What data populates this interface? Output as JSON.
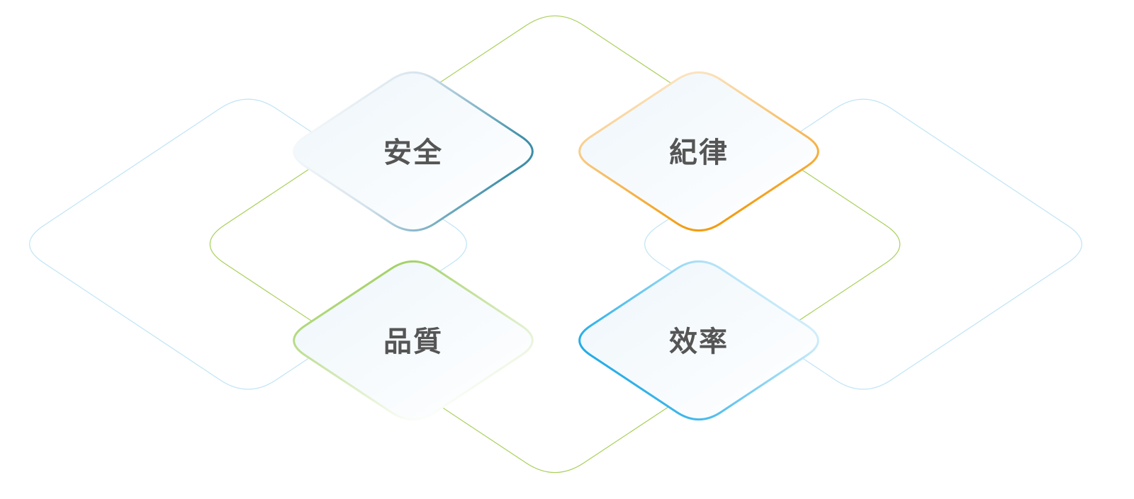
{
  "diagram": {
    "tiles": [
      {
        "label": "安全",
        "accent": "#3e8ea8"
      },
      {
        "label": "紀律",
        "accent": "#f39c12"
      },
      {
        "label": "品質",
        "accent": "#8dc63f"
      },
      {
        "label": "效率",
        "accent": "#1aa9e6"
      }
    ],
    "outline_colors": {
      "blue": "#bfe4f6",
      "green": "#a8d05a"
    }
  }
}
